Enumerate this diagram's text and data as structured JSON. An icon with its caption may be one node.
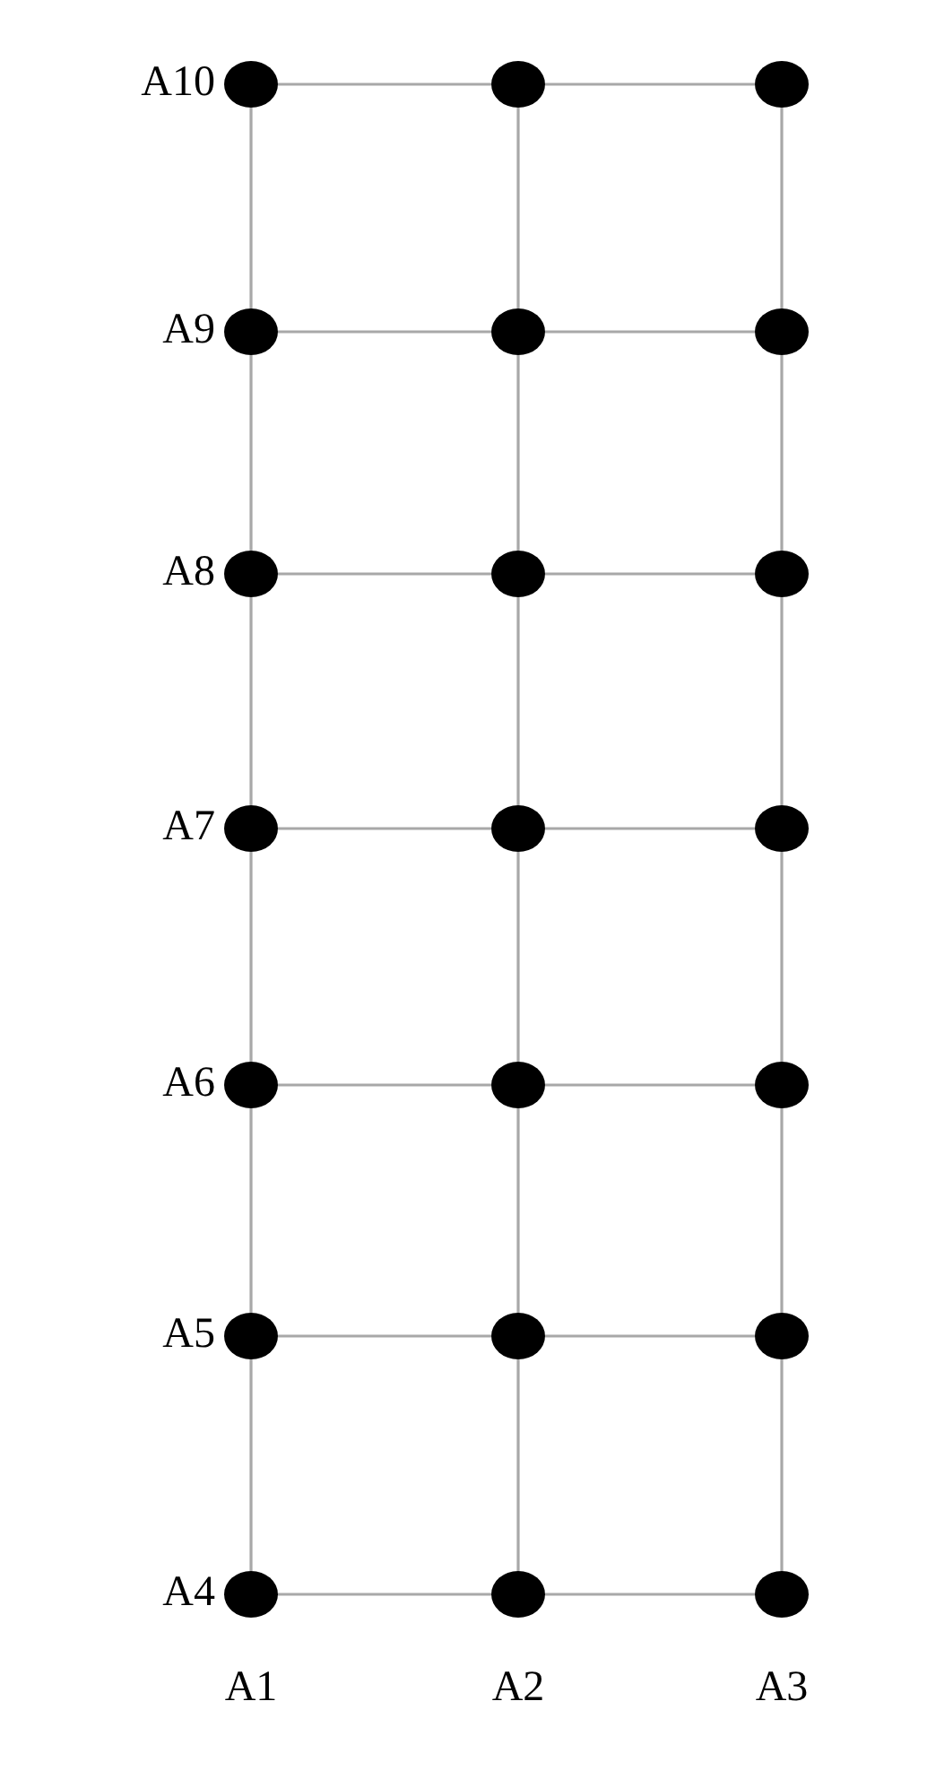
{
  "diagram": {
    "nodes": [
      {
        "text": [],
        "shape": "circle"
      },
      {
        "text": [],
        "shape": "circle"
      },
      {
        "text": [],
        "shape": "circle"
      },
      {
        "text": [],
        "shape": "circle"
      },
      {
        "text": [],
        "shape": "circle"
      },
      {
        "text": [],
        "shape": "circle"
      },
      {
        "text": [],
        "shape": "circle"
      },
      {
        "text": [],
        "shape": "circle"
      },
      {
        "text": [],
        "shape": "circle"
      },
      {
        "text": [],
        "shape": "circle"
      },
      {
        "text": [],
        "shape": "circle"
      },
      {
        "text": [],
        "shape": "circle"
      },
      {
        "text": [],
        "shape": "circle"
      },
      {
        "text": [],
        "shape": "circle"
      },
      {
        "text": [],
        "shape": "circle"
      },
      {
        "text": [],
        "shape": "circle"
      },
      {
        "text": [],
        "shape": "circle"
      },
      {
        "text": [],
        "shape": "circle"
      },
      {
        "text": [],
        "shape": "circle"
      },
      {
        "text": [],
        "shape": "circle"
      },
      {
        "text": [],
        "shape": "circle"
      }
    ],
    "edges": [
      {
        "from": 0,
        "to": 1,
        "arrow": "none"
      },
      {
        "from": 1,
        "to": 2,
        "arrow": "none"
      },
      {
        "from": 3,
        "to": 4,
        "arrow": "none"
      },
      {
        "from": 4,
        "to": 5,
        "arrow": "none"
      },
      {
        "from": 6,
        "to": 7,
        "arrow": "none"
      },
      {
        "from": 7,
        "to": 8,
        "arrow": "none"
      },
      {
        "from": 9,
        "to": 10,
        "arrow": "none"
      },
      {
        "from": 10,
        "to": 11,
        "arrow": "none"
      },
      {
        "from": 12,
        "to": 13,
        "arrow": "none"
      },
      {
        "from": 13,
        "to": 14,
        "arrow": "none"
      },
      {
        "from": 15,
        "to": 16,
        "arrow": "none"
      },
      {
        "from": 16,
        "to": 17,
        "arrow": "none"
      },
      {
        "from": 18,
        "to": 19,
        "arrow": "none"
      },
      {
        "from": 19,
        "to": 20,
        "arrow": "none"
      },
      {
        "from": 0,
        "to": 3,
        "arrow": "none"
      },
      {
        "from": 3,
        "to": 6,
        "arrow": "none"
      },
      {
        "from": 6,
        "to": 9,
        "arrow": "none"
      },
      {
        "from": 9,
        "to": 12,
        "arrow": "none"
      },
      {
        "from": 12,
        "to": 15,
        "arrow": "none"
      },
      {
        "from": 15,
        "to": 18,
        "arrow": "none"
      },
      {
        "from": 1,
        "to": 4,
        "arrow": "none"
      },
      {
        "from": 4,
        "to": 7,
        "arrow": "none"
      },
      {
        "from": 7,
        "to": 10,
        "arrow": "none"
      },
      {
        "from": 10,
        "to": 13,
        "arrow": "none"
      },
      {
        "from": 13,
        "to": 16,
        "arrow": "none"
      },
      {
        "from": 16,
        "to": 19,
        "arrow": "none"
      },
      {
        "from": 2,
        "to": 5,
        "arrow": "none"
      },
      {
        "from": 5,
        "to": 8,
        "arrow": "none"
      },
      {
        "from": 8,
        "to": 11,
        "arrow": "none"
      },
      {
        "from": 11,
        "to": 14,
        "arrow": "none"
      },
      {
        "from": 14,
        "to": 17,
        "arrow": "none"
      },
      {
        "from": 17,
        "to": 20,
        "arrow": "none"
      }
    ],
    "labels": [
      "A10",
      "A9",
      "A8",
      "A7",
      "A6",
      "A5",
      "A4",
      "A1",
      "A2",
      "A3"
    ]
  }
}
